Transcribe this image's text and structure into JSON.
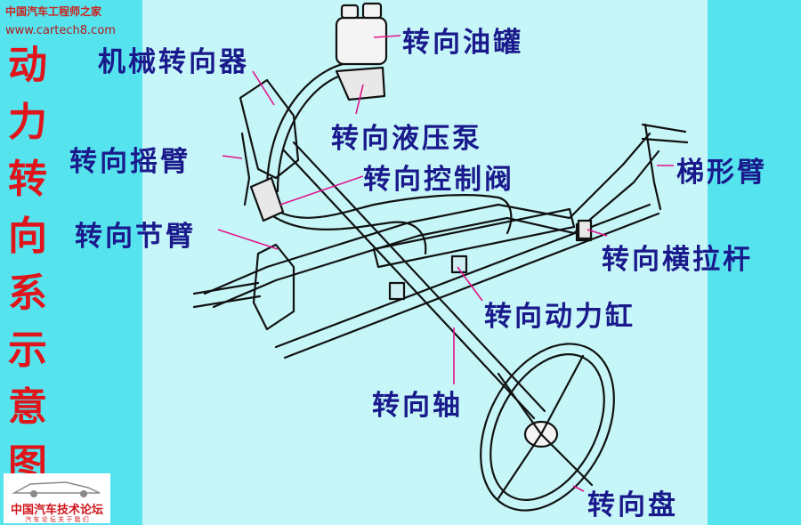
{
  "watermark": {
    "site_name": "中国汽车工程师之家",
    "url": "www.cartech8.com"
  },
  "title_chars": [
    "动",
    "力",
    "转",
    "向",
    "系",
    "示",
    "意",
    "图"
  ],
  "labels": {
    "steering_gear": "机械转向器",
    "oil_tank": "转向油罐",
    "pitman_arm": "转向摇臂",
    "pump": "转向液压泵",
    "control_valve": "转向控制阀",
    "knuckle_arm": "转向节臂",
    "trapezoid_arm": "梯形臂",
    "tie_rod": "转向横拉杆",
    "power_cylinder": "转向动力缸",
    "steering_shaft": "转向轴",
    "steering_wheel": "转向盘"
  },
  "logo": {
    "text": "中国汽车技术论坛",
    "subtext": "汽 车 论 坛    关 于 我 们"
  },
  "colors": {
    "side_panel": "#55e3ee",
    "center_panel": "#c6f6f8",
    "title_red": "#e0151b",
    "label_blue": "#1a1a8c",
    "leader_line": "#e0148c"
  }
}
